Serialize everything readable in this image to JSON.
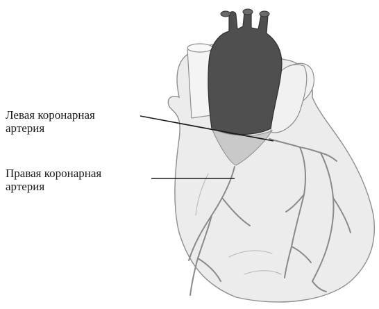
{
  "labels": {
    "left_coronary": {
      "line1": "Левая коронарная",
      "line2": "артерия"
    },
    "right_coronary": {
      "line1": "Правая коронарная",
      "line2": "артерия"
    }
  },
  "colors": {
    "heart_fill": "#ececec",
    "heart_outline": "#8e8e8e",
    "aorta": "#4f4f4f",
    "vessels": "#8a8a8a",
    "leader_lines": "#1a1a1a"
  }
}
